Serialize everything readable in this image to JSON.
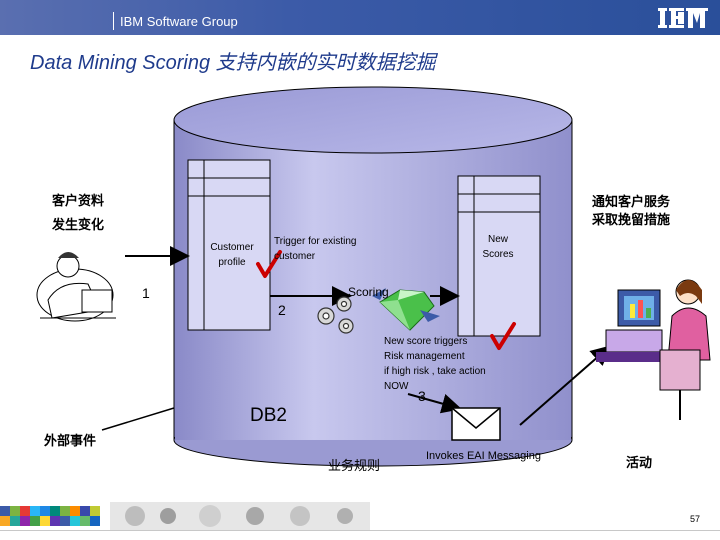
{
  "header": {
    "group": "IBM Software Group",
    "logo": "IBM"
  },
  "title": "Data Mining Scoring 支持内嵌的实时数据挖掘",
  "labels": {
    "customer_info": "客户资料",
    "changed": "发生变化",
    "external_event": "外部事件",
    "notify_service": "通知客户服务",
    "retention": "采取挽留措施",
    "customer_profile": "Customer profile",
    "trigger": "Trigger for existing customer",
    "new_scores": "New Scores",
    "scoring": "Scoring",
    "step1": "1",
    "step2": "2",
    "step3": "3",
    "new_score_trigger": "New score triggers",
    "risk_mgmt": "Risk management",
    "high_risk": "if high risk , take action",
    "now": "NOW",
    "db2": "DB2",
    "business_rules": "业务规则",
    "eai": "Invokes EAI Messaging",
    "activity": "活动"
  },
  "page_number": "57",
  "colors": {
    "header_blue": "#3c5ba8",
    "cylinder": "#b0b0e0",
    "check_red": "#cc0000",
    "title_blue": "#1f3b8c"
  }
}
